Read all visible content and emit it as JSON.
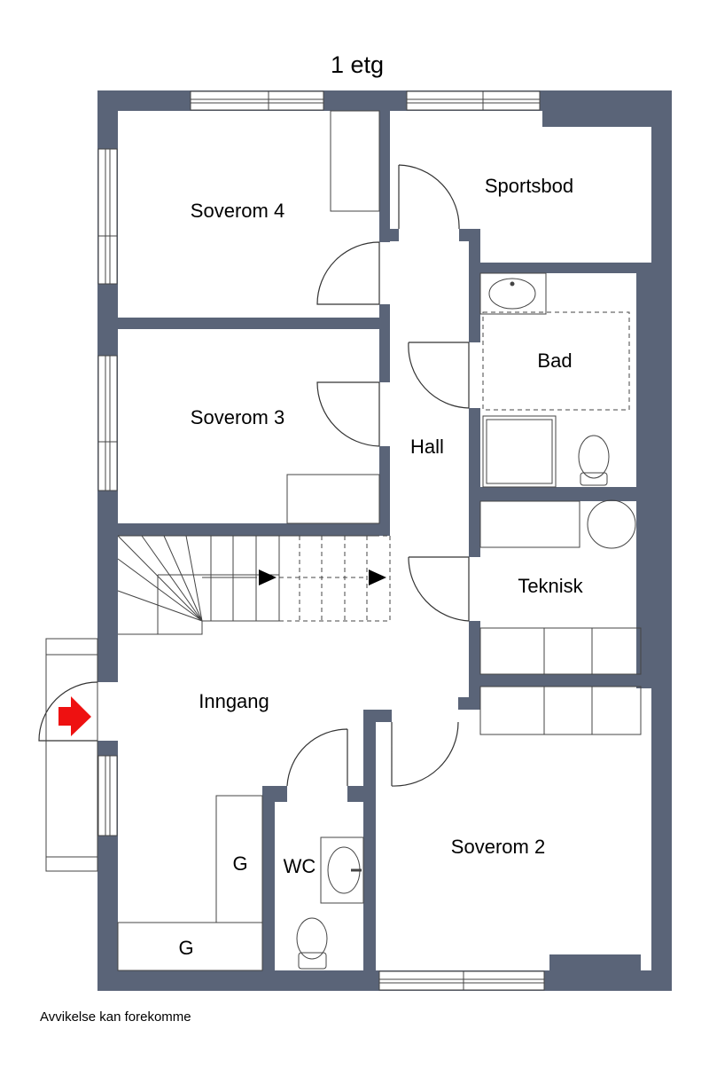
{
  "title": "1 etg",
  "rooms": {
    "soverom4": "Soverom 4",
    "soverom3": "Soverom 3",
    "soverom2": "Soverom 2",
    "sportsbod": "Sportsbod",
    "bad": "Bad",
    "hall": "Hall",
    "teknisk": "Teknisk",
    "inngang": "Inngang",
    "wc": "WC",
    "garderobe1": "G",
    "garderobe2": "G"
  },
  "footer": "Avvikelse kan forekomme",
  "colors": {
    "wall": "#5a6478",
    "line": "#333333",
    "entrance_arrow": "#ee1111"
  }
}
